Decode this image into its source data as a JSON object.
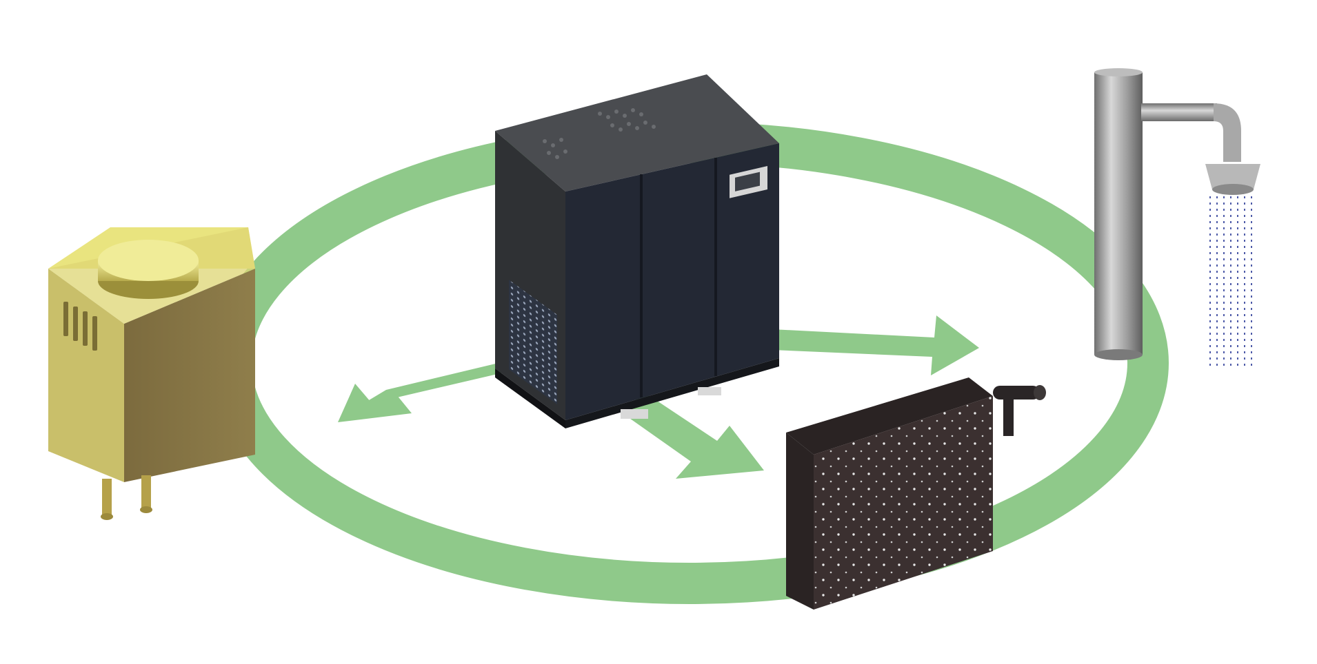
{
  "diagram": {
    "components": [
      {
        "id": "water-heater",
        "icon": "water-heater-icon"
      },
      {
        "id": "air-compressor",
        "icon": "air-compressor-icon"
      },
      {
        "id": "radiator",
        "icon": "radiator-icon"
      },
      {
        "id": "shower",
        "icon": "shower-icon"
      }
    ],
    "colors": {
      "loop": "#8fc98a",
      "arrow": "#8fc98a",
      "compressor": "#2f3134",
      "compressor_top": "#4a4c50",
      "compressor_panel": "#232834",
      "heater_side": "#8c7a45",
      "heater_front": "#c9bf6a",
      "heater_top": "#e9e47f",
      "radiator": "#3b3030",
      "pipe": "#9a9a9a",
      "water": "#4d5aa8"
    }
  }
}
